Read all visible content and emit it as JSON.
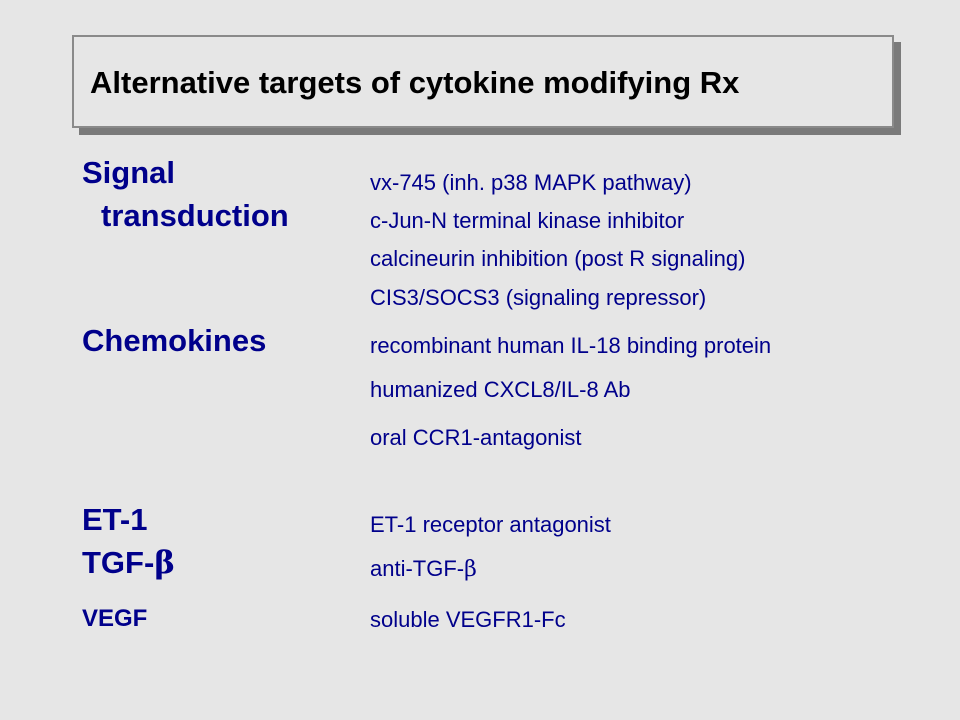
{
  "title": "Alternative targets of cytokine modifying Rx",
  "categories": [
    {
      "label_line1": "Signal",
      "label_line2": "transduction",
      "items": [
        "vx-745 (inh. p38 MAPK pathway)",
        "c-Jun-N terminal kinase inhibitor",
        "calcineurin inhibition (post R signaling)",
        "CIS3/SOCS3 (signaling repressor)"
      ]
    },
    {
      "label": "Chemokines",
      "items": [
        "recombinant human IL-18 binding protein",
        "humanized CXCL8/IL-8 Ab",
        "oral CCR1-antagonist"
      ]
    },
    {
      "label": "ET-1",
      "items": [
        "ET-1 receptor antagonist"
      ]
    },
    {
      "label_prefix": "TGF-",
      "label_symbol": "β",
      "item_prefix": "anti-TGF-",
      "item_symbol": "β"
    },
    {
      "label": "VEGF",
      "items": [
        "soluble VEGFR1-Fc"
      ]
    }
  ],
  "colors": {
    "text": "#00008b",
    "background": "#e6e6e6",
    "title_text": "#000000"
  }
}
